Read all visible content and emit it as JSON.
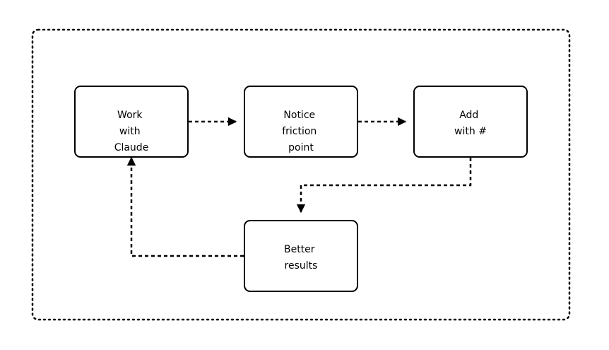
{
  "diagram": {
    "type": "flowchart",
    "style": "dotted container frame, dashed connector arrows",
    "nodes": [
      {
        "id": "work",
        "lines": [
          "Work",
          "with",
          "Claude"
        ]
      },
      {
        "id": "notice",
        "lines": [
          "Notice",
          "friction",
          "point"
        ]
      },
      {
        "id": "add",
        "lines": [
          "Add",
          "with #"
        ]
      },
      {
        "id": "better",
        "lines": [
          "Better",
          "results"
        ]
      }
    ],
    "edges": [
      {
        "from": "work",
        "to": "notice"
      },
      {
        "from": "notice",
        "to": "add"
      },
      {
        "from": "add",
        "to": "better"
      },
      {
        "from": "better",
        "to": "work"
      }
    ],
    "colors": {
      "stroke": "#000000",
      "fill": "#ffffff",
      "text": "#000000"
    }
  }
}
